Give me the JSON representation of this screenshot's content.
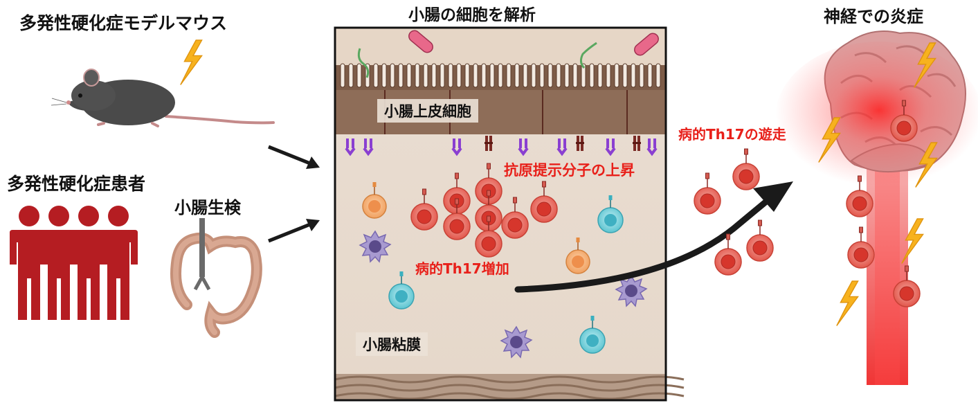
{
  "labels": {
    "ms_mouse": "多発性硬化症モデルマウス",
    "ms_patient": "多発性硬化症患者",
    "biopsy": "小腸生検",
    "analysis_title": "小腸の細胞を解析",
    "epithelium": "小腸上皮細胞",
    "antigen": "抗原提示分子の上昇",
    "th17_increase": "病的Th17増加",
    "mucosa": "小腸粘膜",
    "th17_migration": "病的Th17の遊走",
    "neuro_title": "神経での炎症"
  },
  "colors": {
    "accent_red": "#e8201a",
    "th17_cell": "#e2574c",
    "orange_cell": "#f0a060",
    "cyan_cell": "#5cc4d0",
    "purple_cell": "#8878b8",
    "mhc_purple": "#8a3fd1",
    "mhc_brown": "#7a2a24",
    "lightning": "#f7b21e",
    "patient": "#b51d22",
    "epithelium": "#8a6a55",
    "mucosa_bg": "#e8dcd0",
    "brain": "#d99a9a",
    "spinal": "#f05555"
  },
  "icons": [
    "mouse-icon",
    "lightning-icon",
    "patient-group-icon",
    "intestine-icon",
    "biopsy-forceps-icon",
    "brain-icon",
    "arrow-icon"
  ]
}
